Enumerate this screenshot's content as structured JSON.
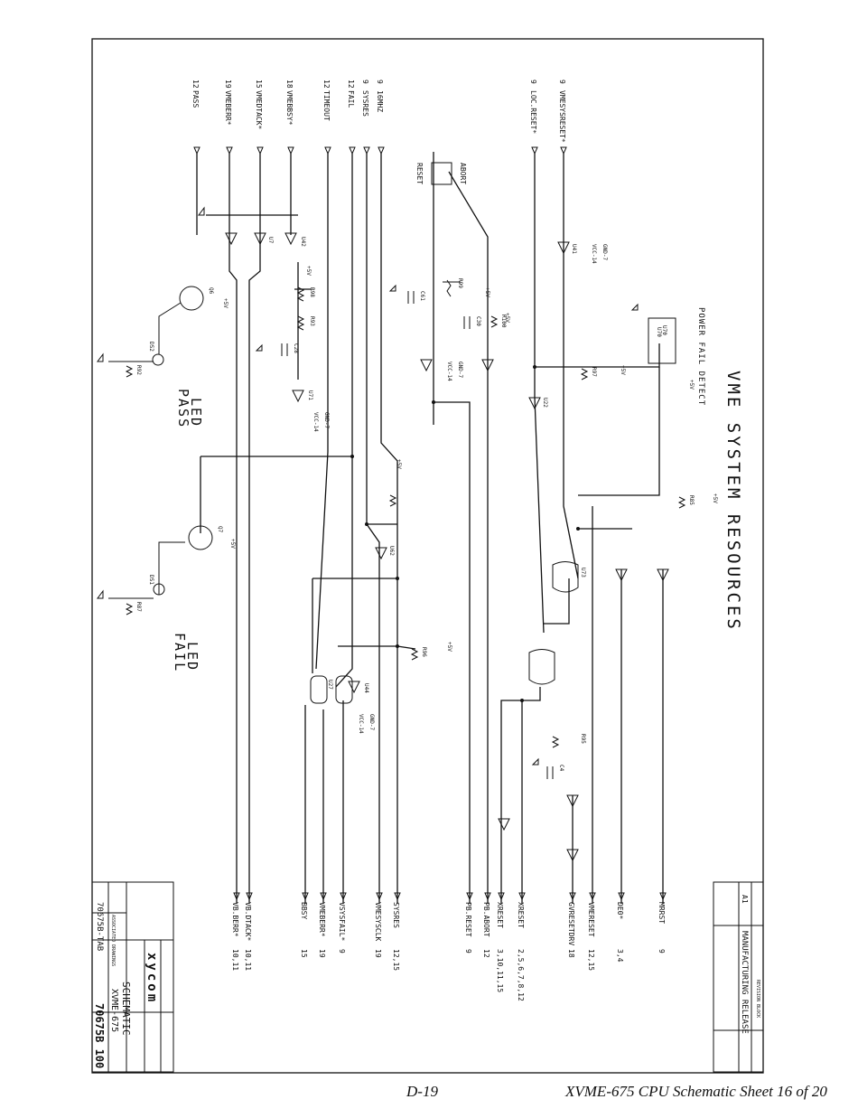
{
  "title": "VME SYSTEM RESOURCES",
  "power_block": "POWER FAIL DETECT",
  "left_signals": [
    {
      "num": "9",
      "name": "VMESYSRESET*"
    },
    {
      "num": "9",
      "name": "LOC.RESET*"
    },
    {
      "num": "9",
      "name": "16MHZ"
    },
    {
      "num": "9",
      "name": "SYSRES"
    },
    {
      "num": "12",
      "name": "FAIL"
    },
    {
      "num": "12",
      "name": "TIMEOUT"
    },
    {
      "num": "18",
      "name": "VMEBBSY*"
    },
    {
      "num": "15",
      "name": "VMEDTACK*"
    },
    {
      "num": "19",
      "name": "VMEBERR*"
    },
    {
      "num": "12",
      "name": "PASS"
    }
  ],
  "right_signals": [
    {
      "name": "MRRST",
      "refs": "9"
    },
    {
      "name": "DE0*",
      "refs": "3,4"
    },
    {
      "name": "VMERESET",
      "refs": "12,15"
    },
    {
      "name": "GVRESETDRV",
      "refs": "18"
    },
    {
      "name": "XRESET",
      "refs": "2,5,6,7,8,12"
    },
    {
      "name": "XRESET",
      "refs": "3,10,11,15"
    },
    {
      "name": "PB.ABORT",
      "refs": "12"
    },
    {
      "name": "PB.RESET",
      "refs": "9"
    },
    {
      "name": "SYSRES",
      "refs": "12,15"
    },
    {
      "name": "VMESYSCLK",
      "refs": "19"
    },
    {
      "name": "VSYSFAIL*",
      "refs": "9"
    },
    {
      "name": "VMEBERR*",
      "refs": "19"
    },
    {
      "name": "BBSY",
      "refs": "15"
    },
    {
      "name": "VB.DTACK*",
      "refs": "10,11"
    },
    {
      "name": "VB.BERR*",
      "refs": "10,11"
    }
  ],
  "switches": [
    "RESET",
    "ABORT"
  ],
  "leds": [
    {
      "label": "PASS LED",
      "ref": "DS2"
    },
    {
      "label": "FAIL LED",
      "ref": "DS1"
    }
  ],
  "transistors": [
    "Q6",
    "Q7"
  ],
  "chips": [
    "U42",
    "U7",
    "U71",
    "U41",
    "U62",
    "U73",
    "U22",
    "U44",
    "U27",
    "U70"
  ],
  "resistors": [
    "R98",
    "R93",
    "R99",
    "R100",
    "R97",
    "R95",
    "R96",
    "R92",
    "R87",
    "R85"
  ],
  "capacitors": [
    "C61",
    "C30",
    "C28",
    "C4"
  ],
  "power_labels": [
    "+5V",
    "VCC-14",
    "GND-7"
  ],
  "title_block": {
    "company": "xycom",
    "doc_title": "SCHEMATIC",
    "doc_subtitle": "XVME-675",
    "drawing_number": "70675B 100",
    "assoc_number": "70675B-TAB",
    "assoc_heading": "ASSOCIATED DRAWINGS",
    "rev_heading": "REVISION BLOCK",
    "rev_letter": "A1",
    "rev_description": "MANUFACTURING RELEASE"
  },
  "footer": {
    "page": "D-19",
    "caption": "XVME-675 CPU Schematic Sheet 16 of 20"
  }
}
